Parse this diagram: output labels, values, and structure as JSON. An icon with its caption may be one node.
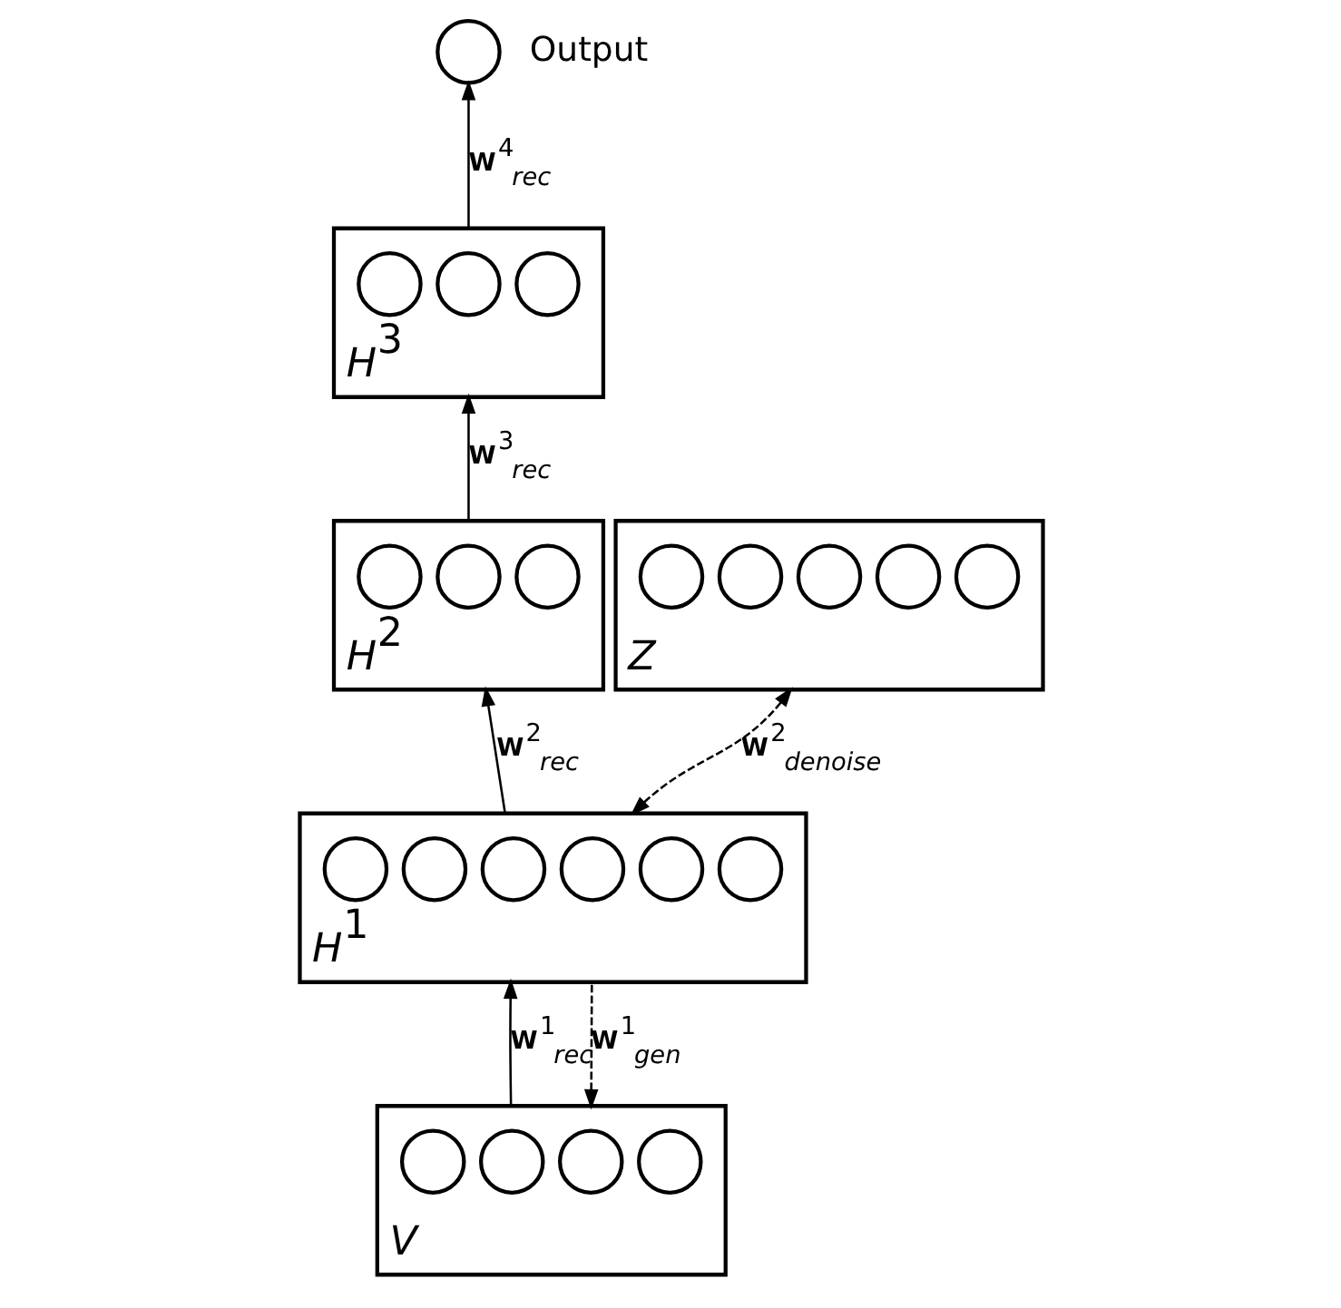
{
  "diagram": {
    "nodes": [
      {
        "text": [],
        "shape": "circle",
        "beside": [
          "Output"
        ]
      },
      {
        "text": [
          "*H*$^{3}$"
        ]
      },
      {
        "text": [],
        "shape": "circle",
        "in": 1
      },
      {
        "text": [],
        "shape": "circle",
        "in": 1
      },
      {
        "text": [],
        "shape": "circle",
        "in": 1
      },
      {
        "text": [
          "*H*$^{2}$"
        ]
      },
      {
        "text": [],
        "shape": "circle",
        "in": 5
      },
      {
        "text": [],
        "shape": "circle",
        "in": 5
      },
      {
        "text": [],
        "shape": "circle",
        "in": 5
      },
      {
        "text": [
          "*Z*"
        ]
      },
      {
        "text": [],
        "shape": "circle",
        "in": 9
      },
      {
        "text": [],
        "shape": "circle",
        "in": 9
      },
      {
        "text": [],
        "shape": "circle",
        "in": 9
      },
      {
        "text": [],
        "shape": "circle",
        "in": 9
      },
      {
        "text": [],
        "shape": "circle",
        "in": 9
      },
      {
        "text": [
          "*H*$^{1}$"
        ]
      },
      {
        "text": [],
        "shape": "circle",
        "in": 15
      },
      {
        "text": [],
        "shape": "circle",
        "in": 15
      },
      {
        "text": [],
        "shape": "circle",
        "in": 15
      },
      {
        "text": [],
        "shape": "circle",
        "in": 15
      },
      {
        "text": [],
        "shape": "circle",
        "in": 15
      },
      {
        "text": [],
        "shape": "circle",
        "in": 15
      },
      {
        "text": [
          "*V*"
        ]
      },
      {
        "text": [],
        "shape": "circle",
        "in": 22
      },
      {
        "text": [],
        "shape": "circle",
        "in": 22
      },
      {
        "text": [],
        "shape": "circle",
        "in": 22
      },
      {
        "text": [],
        "shape": "circle",
        "in": 22
      }
    ],
    "edges": [
      {
        "from": 22,
        "to": 15,
        "arrow": "to",
        "label": "**W**$^{1}$$_{rec}$"
      },
      {
        "from": 15,
        "to": 22,
        "arrow": "to",
        "style": "dashed",
        "label": "**W**$^{1}$$_{gen}$"
      },
      {
        "from": 15,
        "to": 5,
        "arrow": "to",
        "label": "**W**$^{2}$$_{rec}$"
      },
      {
        "from": 9,
        "to": 15,
        "arrow": "both",
        "style": "dashed",
        "label": "**W**$^{2}$$_{denoise}$"
      },
      {
        "from": 5,
        "to": 1,
        "arrow": "to",
        "label": "**W**$^{3}$$_{rec}$"
      },
      {
        "from": 1,
        "to": 0,
        "arrow": "to",
        "label": "**W**$^{4}$$_{rec}$"
      }
    ]
  }
}
